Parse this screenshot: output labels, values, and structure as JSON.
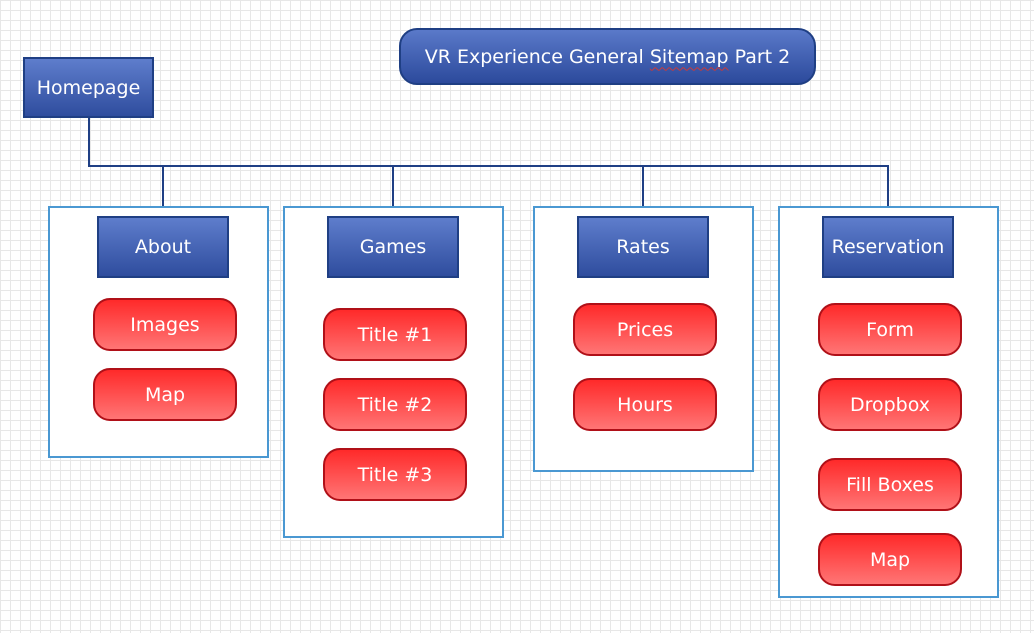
{
  "title": {
    "prefix": "VR Experience General ",
    "underlined_word": "Sitemap",
    "suffix": " Part 2"
  },
  "root": {
    "label": "Homepage"
  },
  "sections": [
    {
      "label": "About",
      "pages": [
        "Images",
        "Map"
      ]
    },
    {
      "label": "Games",
      "pages": [
        "Title #1",
        "Title #2",
        "Title #3"
      ]
    },
    {
      "label": "Rates",
      "pages": [
        "Prices",
        "Hours"
      ]
    },
    {
      "label": "Reservation",
      "pages": [
        "Form",
        "Dropbox",
        "Fill Boxes",
        "Map"
      ]
    }
  ],
  "colors": {
    "node_blue": "#3b5bb0",
    "page_red": "#ff3b3b",
    "group_border": "#4a98d2",
    "connector": "#1f3f84"
  }
}
